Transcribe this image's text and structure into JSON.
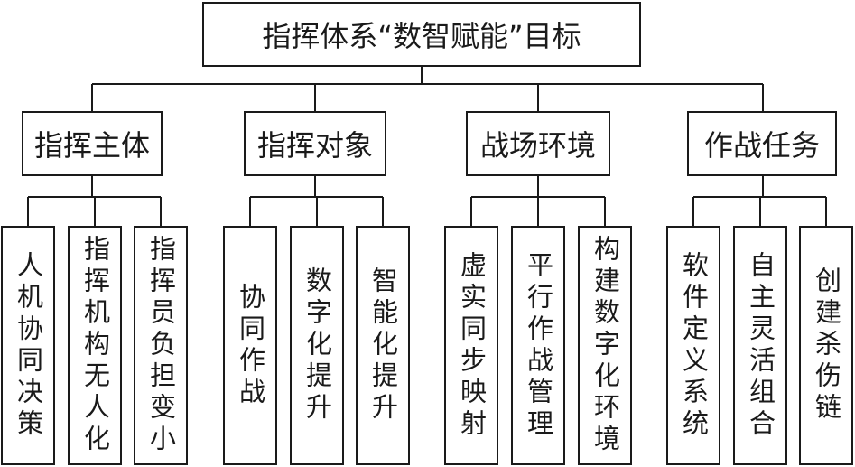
{
  "title": "指挥体系“数智赋能”目标",
  "categories": [
    {
      "label": "指挥主体",
      "children": [
        "人机协同决策",
        "指挥机构无人化",
        "指挥员负担变小"
      ]
    },
    {
      "label": "指挥对象",
      "children": [
        "协同作战",
        "数字化提升",
        "智能化提升"
      ]
    },
    {
      "label": "战场环境",
      "children": [
        "虚实同步映射",
        "平行作战管理",
        "构建数字化环境"
      ]
    },
    {
      "label": "作战任务",
      "children": [
        "软件定义系统",
        "自主灵活组合",
        "创建杀伤链"
      ]
    }
  ]
}
